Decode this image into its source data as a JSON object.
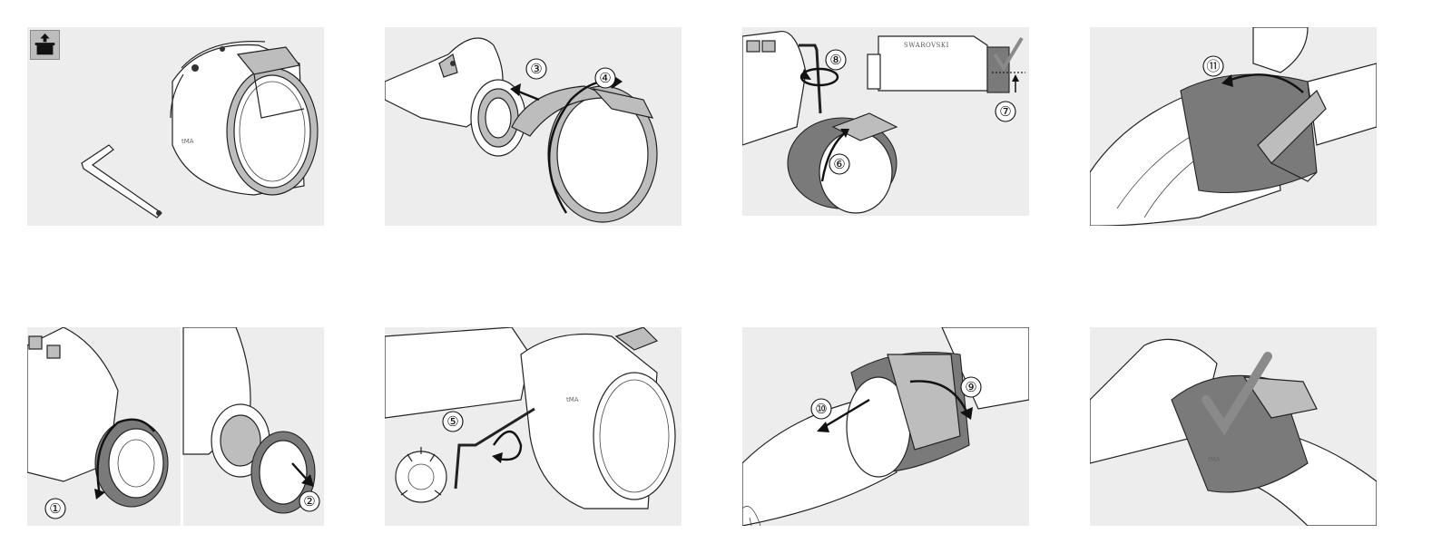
{
  "steps": {
    "s1": "①",
    "s2": "②",
    "s3": "③",
    "s4": "④",
    "s5": "⑤",
    "s6": "⑥",
    "s7": "⑦",
    "s8": "⑧",
    "s9": "⑨",
    "s10": "⑩",
    "s11": "⑪"
  },
  "labels": {
    "brand": "SWAROVSKI",
    "adapter_marking": "tMA"
  },
  "icons": {
    "unpack": "unpack-box-icon",
    "check": "checkmark-icon"
  },
  "colors": {
    "panel_background": "#ededed",
    "adapter_grey": "#7a7a7a",
    "check_grey": "#8a8a8a"
  }
}
